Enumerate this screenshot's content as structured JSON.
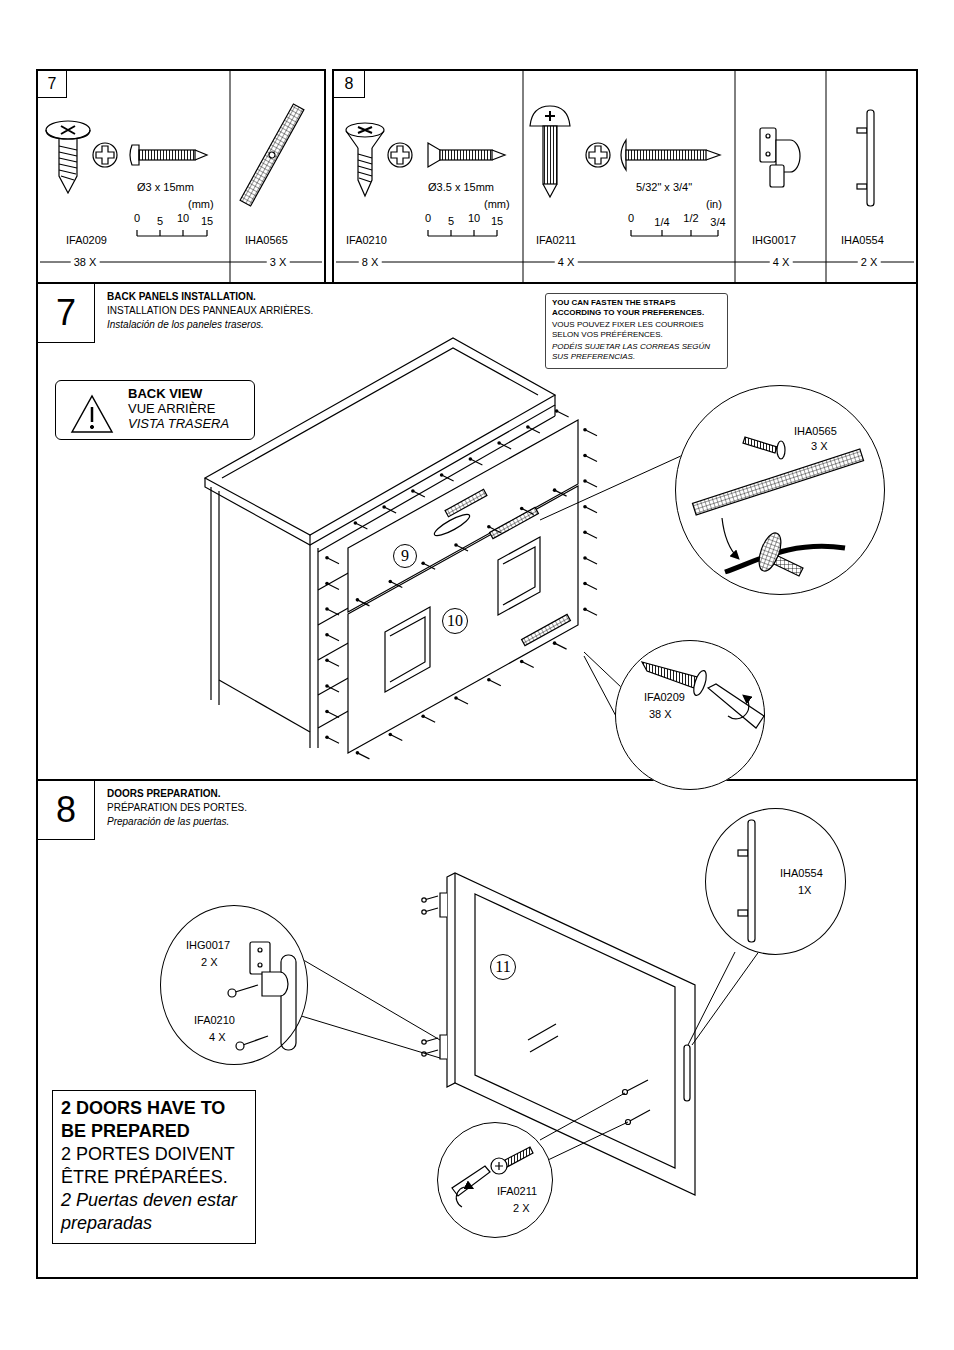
{
  "diagram": {
    "nodes": [
      {
        "text": [
          "7"
        ]
      },
      {
        "text": [
          "8"
        ]
      },
      {
        "text": [
          "7"
        ]
      },
      {
        "text": [
          "YOU CAN FASTEN THE STRAPS ACCORDING TO YOUR PREFERENCES.",
          "VOUS POUVEZ FIXER LES COURROIES SELON VOS PRÉFÉRENCES.",
          "PODÉIS SUJETAR LAS CORREAS SEGÚN SUS PREFERENCIAS."
        ]
      },
      {
        "text": [
          "BACK VIEW",
          "VUE ARRIÈRE",
          "VISTA TRASERA"
        ]
      },
      {
        "text": [
          "9"
        ]
      },
      {
        "text": [
          "10"
        ]
      },
      {
        "text": [
          "IHA0565",
          "3 X"
        ]
      },
      {
        "text": [
          "IFA0209",
          "38 X"
        ]
      },
      {
        "text": [
          "8"
        ]
      },
      {
        "text": [
          "IHA0554",
          "1X"
        ]
      },
      {
        "text": [
          "IHG0017",
          "2 X",
          "IFA0210",
          "4 X"
        ]
      },
      {
        "text": [
          "11"
        ]
      },
      {
        "text": [
          "IFA0211",
          "2 X"
        ]
      },
      {
        "text": [
          "2 DOORS HAVE TO BE PREPARED",
          "2 PORTES DOIVENT ÊTRE PRÉPARÉES.",
          "2 Puertas deven estar preparadas"
        ]
      }
    ],
    "labels": [
      "Ø3 x 15mm",
      "(mm)",
      "0",
      "5",
      "10",
      "15",
      "IFA0209",
      "IHA0565",
      "38 X",
      "3 X",
      "Ø3.5 x 15mm",
      "(mm)",
      "0",
      "5",
      "10",
      "15",
      "IFA0210",
      "8 X",
      "5/32\" x 3/4\"",
      "(in)",
      "0",
      "1/4",
      "1/2",
      "3/4",
      "IFA0211",
      "4 X",
      "IHG0017",
      "4 X",
      "IHA0554",
      "2 X",
      "BACK PANELS INSTALLATION.",
      "INSTALLATION DES PANNEAUX ARRIÈRES.",
      "Instalación de los paneles traseros.",
      "DOORS PREPARATION.",
      "PRÉPARATION DES PORTES.",
      "Preparación de las puertas."
    ]
  }
}
